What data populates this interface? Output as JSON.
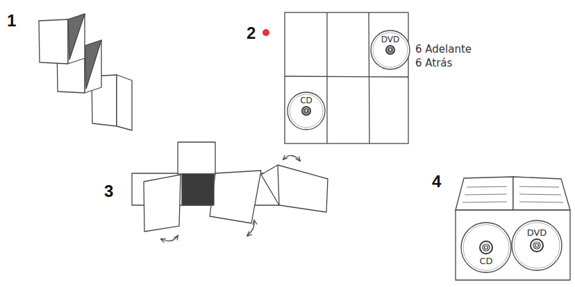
{
  "diagram": {
    "nodes": [
      {
        "text": [
          "DVD"
        ]
      },
      {
        "text": [
          "CD"
        ]
      },
      {
        "text": [
          "CD"
        ]
      },
      {
        "text": [
          "DVD"
        ]
      }
    ],
    "labels": [
      "1",
      "2",
      "6 Adelante",
      "6 Atrás",
      "3",
      "4"
    ]
  }
}
